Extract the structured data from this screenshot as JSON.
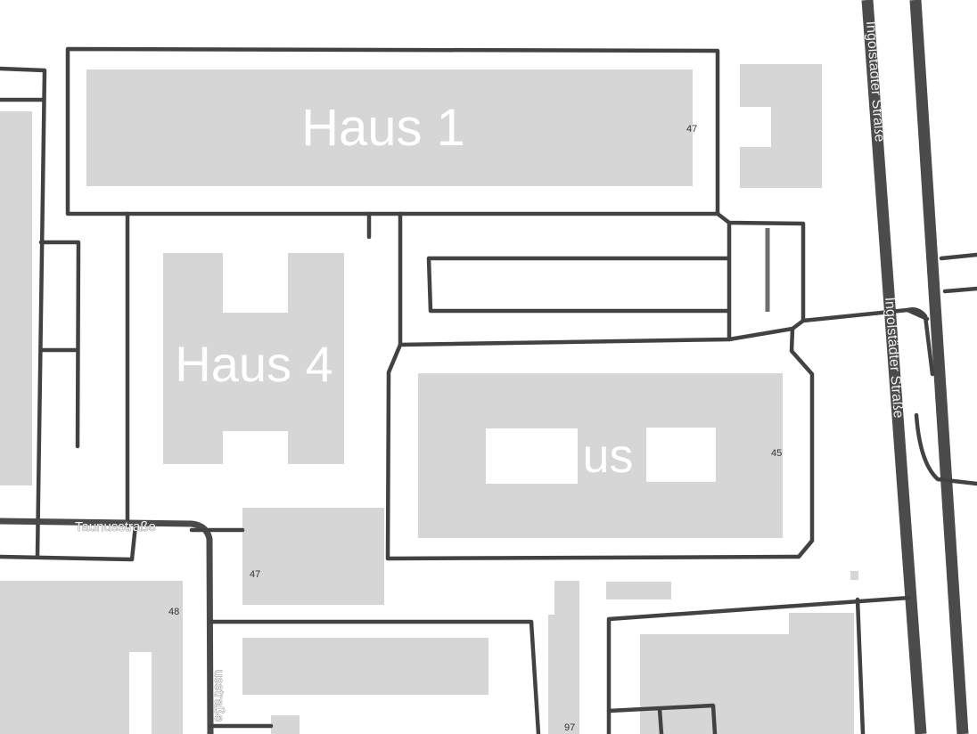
{
  "map": {
    "colors": {
      "background": "#ffffff",
      "building": "#d6d6d6",
      "road": "#424242",
      "label": "#ffffff"
    },
    "buildings": {
      "haus1": "Haus 1",
      "haus4": "Haus 4",
      "haus_partial": "us"
    },
    "house_numbers": {
      "n47_top": "47",
      "n45": "45",
      "n47_mid": "47",
      "n48": "48",
      "n97": "97"
    },
    "streets": {
      "ingolstaedter_top": "Ingolstädter Straße",
      "ingolstaedter_mid": "Ingolstädter Straße",
      "taunus": "Taunusstraße",
      "taunus_vertical": "usstraße"
    }
  }
}
